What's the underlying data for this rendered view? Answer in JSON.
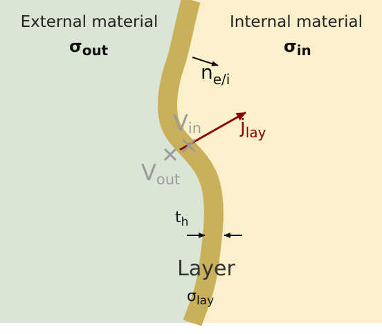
{
  "external": {
    "label": "External material",
    "sigma_sym": "σ",
    "sigma_sub": "out"
  },
  "internal": {
    "label": "Internal material",
    "sigma_sym": "σ",
    "sigma_sub": "in"
  },
  "normal": {
    "sym": "n",
    "sub": "e/i"
  },
  "current": {
    "sym": "j",
    "sub": "lay"
  },
  "v_in": {
    "sym": "V",
    "sub": "in"
  },
  "v_out": {
    "sym": "V",
    "sub": "out"
  },
  "thickness": {
    "sym": "t",
    "sub": "h"
  },
  "layer": {
    "label": "Layer",
    "sigma_sym": "σ",
    "sigma_sub": "lay"
  },
  "colors": {
    "external_bg": "#dbe5d6",
    "internal_bg": "#fbf0cc",
    "layer": "#c9b05a",
    "current_arrow": "#8b0000",
    "potential_marks": "#9a9a9a",
    "text": "#222222"
  }
}
